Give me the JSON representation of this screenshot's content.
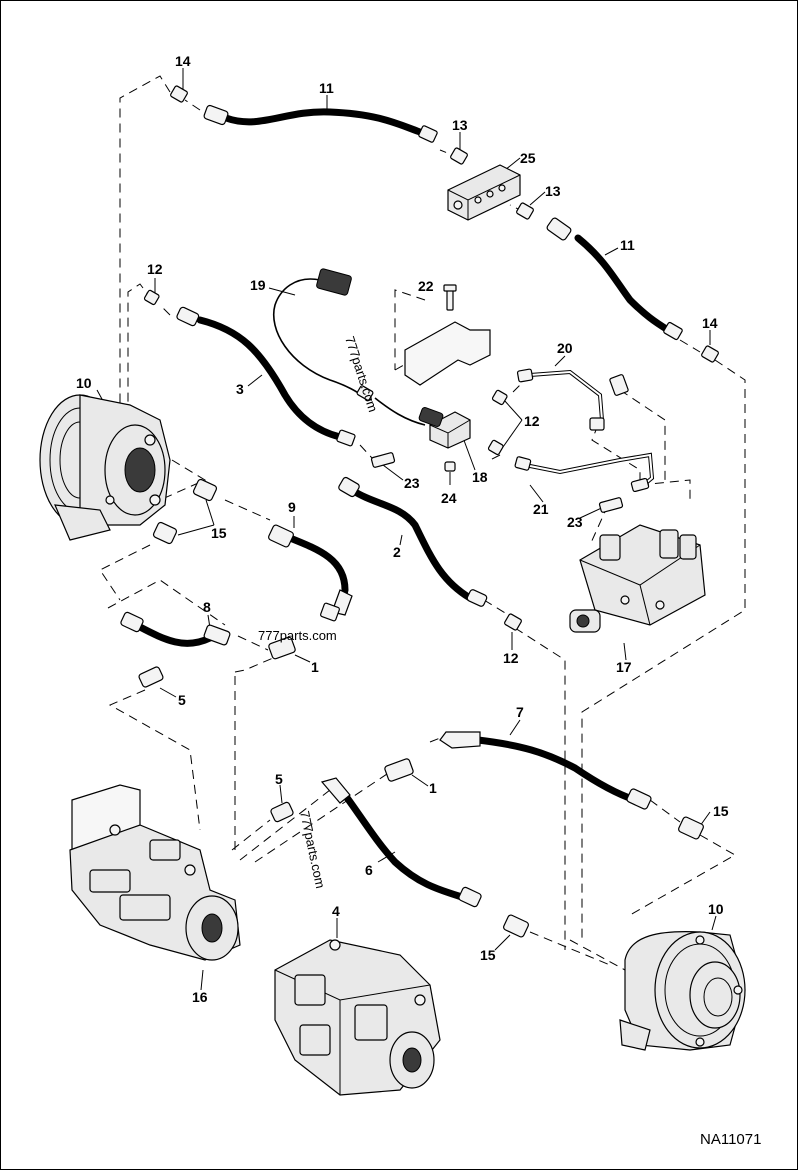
{
  "document": {
    "drawing_ref": "NA11071",
    "watermarks": [
      "777parts.com",
      "777parts.com",
      "777parts.com"
    ]
  },
  "callouts": [
    {
      "id": "c14a",
      "label": "14"
    },
    {
      "id": "c11a",
      "label": "11"
    },
    {
      "id": "c13a",
      "label": "13"
    },
    {
      "id": "c25",
      "label": "25"
    },
    {
      "id": "c13b",
      "label": "13"
    },
    {
      "id": "c11b",
      "label": "11"
    },
    {
      "id": "c12a",
      "label": "12"
    },
    {
      "id": "c19",
      "label": "19"
    },
    {
      "id": "c22",
      "label": "22"
    },
    {
      "id": "c14b",
      "label": "14"
    },
    {
      "id": "c10a",
      "label": "10"
    },
    {
      "id": "c3",
      "label": "3"
    },
    {
      "id": "c20",
      "label": "20"
    },
    {
      "id": "c12b",
      "label": "12"
    },
    {
      "id": "c23a",
      "label": "23"
    },
    {
      "id": "c18",
      "label": "18"
    },
    {
      "id": "c24",
      "label": "24"
    },
    {
      "id": "c21",
      "label": "21"
    },
    {
      "id": "c15a",
      "label": "15"
    },
    {
      "id": "c9",
      "label": "9"
    },
    {
      "id": "c2",
      "label": "2"
    },
    {
      "id": "c23b",
      "label": "23"
    },
    {
      "id": "c8",
      "label": "8"
    },
    {
      "id": "c1a",
      "label": "1"
    },
    {
      "id": "c12c",
      "label": "12"
    },
    {
      "id": "c17",
      "label": "17"
    },
    {
      "id": "c5a",
      "label": "5"
    },
    {
      "id": "c7",
      "label": "7"
    },
    {
      "id": "c5b",
      "label": "5"
    },
    {
      "id": "c1b",
      "label": "1"
    },
    {
      "id": "c15b",
      "label": "15"
    },
    {
      "id": "c6",
      "label": "6"
    },
    {
      "id": "c4",
      "label": "4"
    },
    {
      "id": "c10b",
      "label": "10"
    },
    {
      "id": "c15c",
      "label": "15"
    },
    {
      "id": "c16",
      "label": "16"
    }
  ]
}
